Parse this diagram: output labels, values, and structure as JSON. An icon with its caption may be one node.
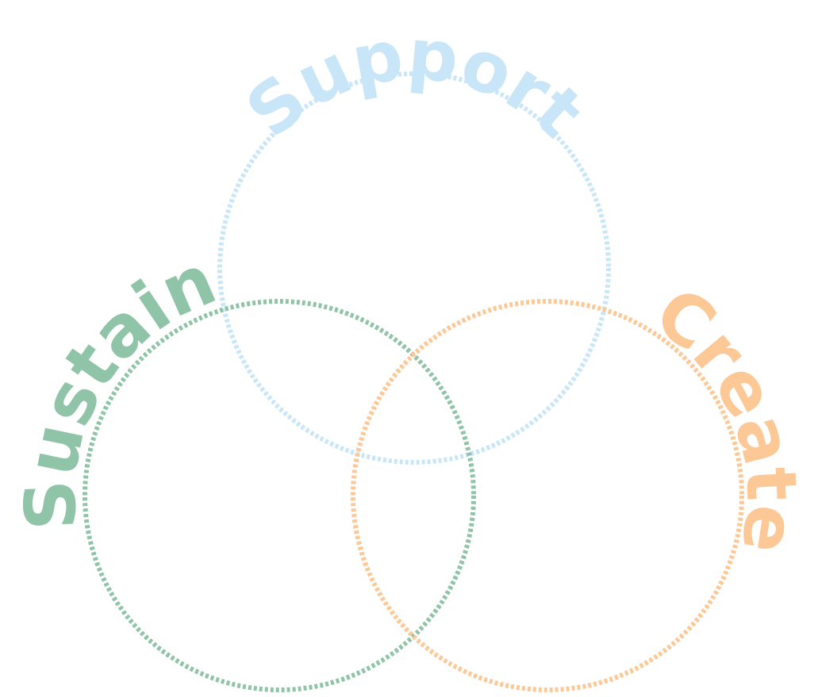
{
  "diagram": {
    "nodes": [
      {
        "text": [
          "Support"
        ]
      },
      {
        "text": [
          "Sustain"
        ]
      },
      {
        "text": [
          "Create"
        ]
      }
    ]
  }
}
